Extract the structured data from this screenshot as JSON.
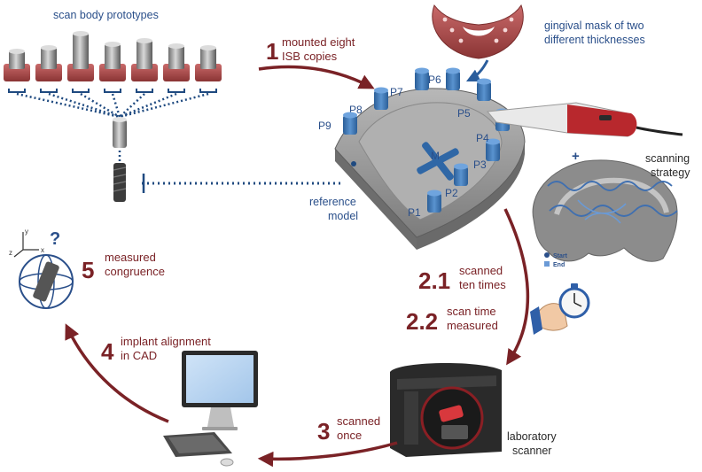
{
  "labels": {
    "scan_body_prototypes": "scan body prototypes",
    "step1_num": "1",
    "step1_line1": "mounted eight",
    "step1_line2": "ISB copies",
    "gingival_line1": "gingival mask of two",
    "gingival_line2": "different thicknesses",
    "scanning_strategy_line1": "scanning",
    "scanning_strategy_line2": "strategy",
    "plus": "+",
    "start": "Start",
    "end": "End",
    "reference_line1": "reference",
    "reference_line2": "model",
    "center_marker": "M",
    "step21_num": "2.1",
    "step21_line1": "scanned",
    "step21_line2": "ten times",
    "step22_num": "2.2",
    "step22_line1": "scan time",
    "step22_line2": "measured",
    "step3_num": "3",
    "step3_line1": "scanned",
    "step3_line2": "once",
    "lab_scanner_line1": "laboratory",
    "lab_scanner_line2": "scanner",
    "step4_num": "4",
    "step4_line1": "implant alignment",
    "step4_line2": "in CAD",
    "step5_num": "5",
    "step5_line1": "measured",
    "step5_line2": "congruence",
    "axis_z": "z",
    "axis_y": "y",
    "axis_x": "x",
    "question_mark": "?"
  },
  "pins": [
    "P1",
    "P2",
    "P3",
    "P4",
    "P5",
    "P6",
    "P7",
    "P8",
    "P9"
  ],
  "colors": {
    "accent_red": "#7a2226",
    "label_blue": "#2a4f8a",
    "pin_blue": "#3b74b0",
    "model_gray": "#9a9a9a",
    "gum_red": "#a64a4a"
  },
  "icons": {
    "stopwatch": "stopwatch-icon",
    "computer": "desktop-computer-icon",
    "scanner": "laboratory-scanner-icon",
    "intraoral_scanner": "intraoral-scanner-icon",
    "implant": "implant-icon",
    "gingival_mask": "gingival-mask-icon"
  }
}
